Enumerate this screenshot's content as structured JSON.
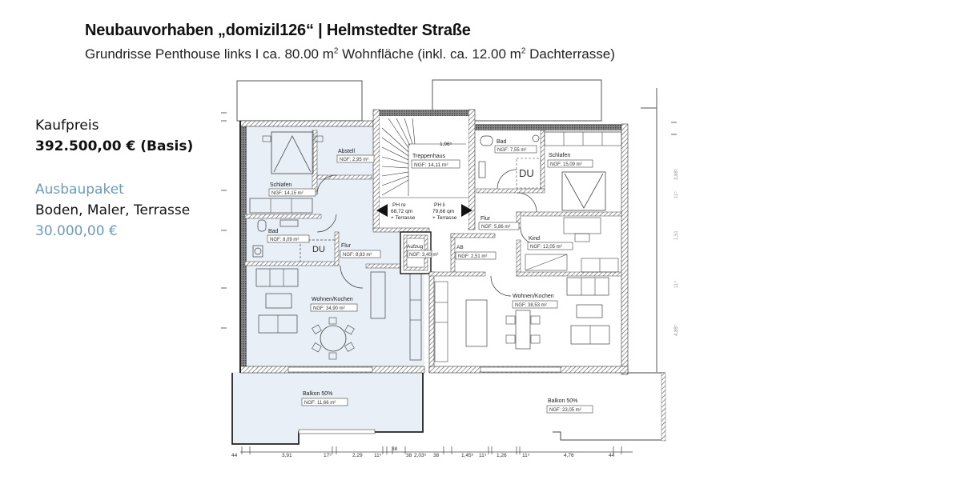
{
  "header": {
    "title": "Neubauvorhaben „domizil126“ | Helmstedter Straße",
    "subtitle_prefix": "Grundrisse Penthouse links I ca. 80.00 m",
    "subtitle_mid": " Wohnfläche (inkl. ca. 12.00 m",
    "subtitle_suffix": " Dachterrasse)",
    "sup": "2"
  },
  "pricing": {
    "label": "Kaufpreis",
    "price": "392.500,00 € (Basis)",
    "package_label": "Ausbaupaket",
    "package_items": "Boden, Maler, Terrasse",
    "package_price": "30.000,00 €",
    "accent_color": "#6a9dbb"
  },
  "floorplan": {
    "highlight_color": "#e8eff6",
    "rooms": {
      "left": [
        {
          "name": "Schlafen",
          "area": "NGF: 14,15 m²"
        },
        {
          "name": "Abstell",
          "area": "NGF: 2,95 m²"
        },
        {
          "name": "Bad",
          "area": "NGF: 8,09 m²"
        },
        {
          "name": "Flur",
          "area": "NGF: 8,83 m²"
        },
        {
          "name": "Wohnen/Kochen",
          "area": "NGF: 34,90 m²"
        },
        {
          "name": "Balkon 50%",
          "area": "NGF: 11,66 m²"
        }
      ],
      "center": [
        {
          "name": "Treppenhaus",
          "area": "NGF: 14,11 m²"
        },
        {
          "name": "Aufzug",
          "area": "NGF: 3,40 m²"
        },
        {
          "name": "AB",
          "area": "NGF: 2,51 m²"
        }
      ],
      "right": [
        {
          "name": "Bad",
          "area": "NGF: 7,55 m²"
        },
        {
          "name": "Schlafen",
          "area": "NGF: 15,09 m²"
        },
        {
          "name": "Flur",
          "area": "NGF: 5,86 m²"
        },
        {
          "name": "Kind",
          "area": "NGF: 12,05 m²"
        },
        {
          "name": "Wohnen/Kochen",
          "area": "NGF: 38,53 m²"
        },
        {
          "name": "Balkon 50%",
          "area": "NGF: 23,05 m²"
        }
      ]
    },
    "stair_dim": "1,96⁵",
    "du_label": "DU",
    "unit_left": {
      "line1": "PH re",
      "line2": "68,72 qm",
      "line3": "+ Terrasse"
    },
    "unit_right": {
      "line1": "PH li",
      "line2": "79,66 qm",
      "line3": "+ Terrasse"
    },
    "bottom_dims": [
      "44",
      "3,91",
      "17⁵",
      "2,29",
      "11⁵",
      "38",
      "38",
      "2,03⁵",
      "38",
      "1,45⁵",
      "11⁵",
      "1,26",
      "11⁵",
      "4,76",
      "44"
    ],
    "right_dims": [
      "3,88⁵",
      "11⁵",
      "1,51",
      "11⁵",
      "4,88⁵"
    ]
  }
}
